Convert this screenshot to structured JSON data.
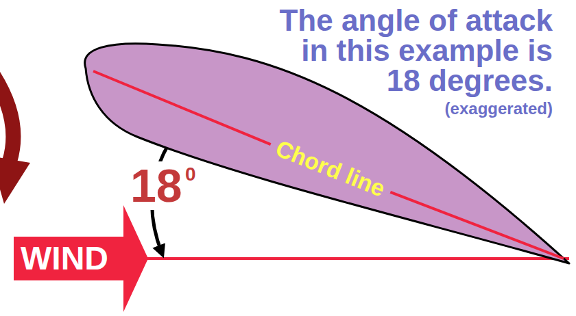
{
  "diagram": {
    "title": "The angle of attack in this example is 18 degrees.",
    "nodes": [
      {
        "text": [
          "Chord line"
        ]
      },
      {
        "text": [
          "WIND"
        ]
      }
    ],
    "labels": [
      "(exaggerated)",
      "18",
      "0"
    ]
  }
}
